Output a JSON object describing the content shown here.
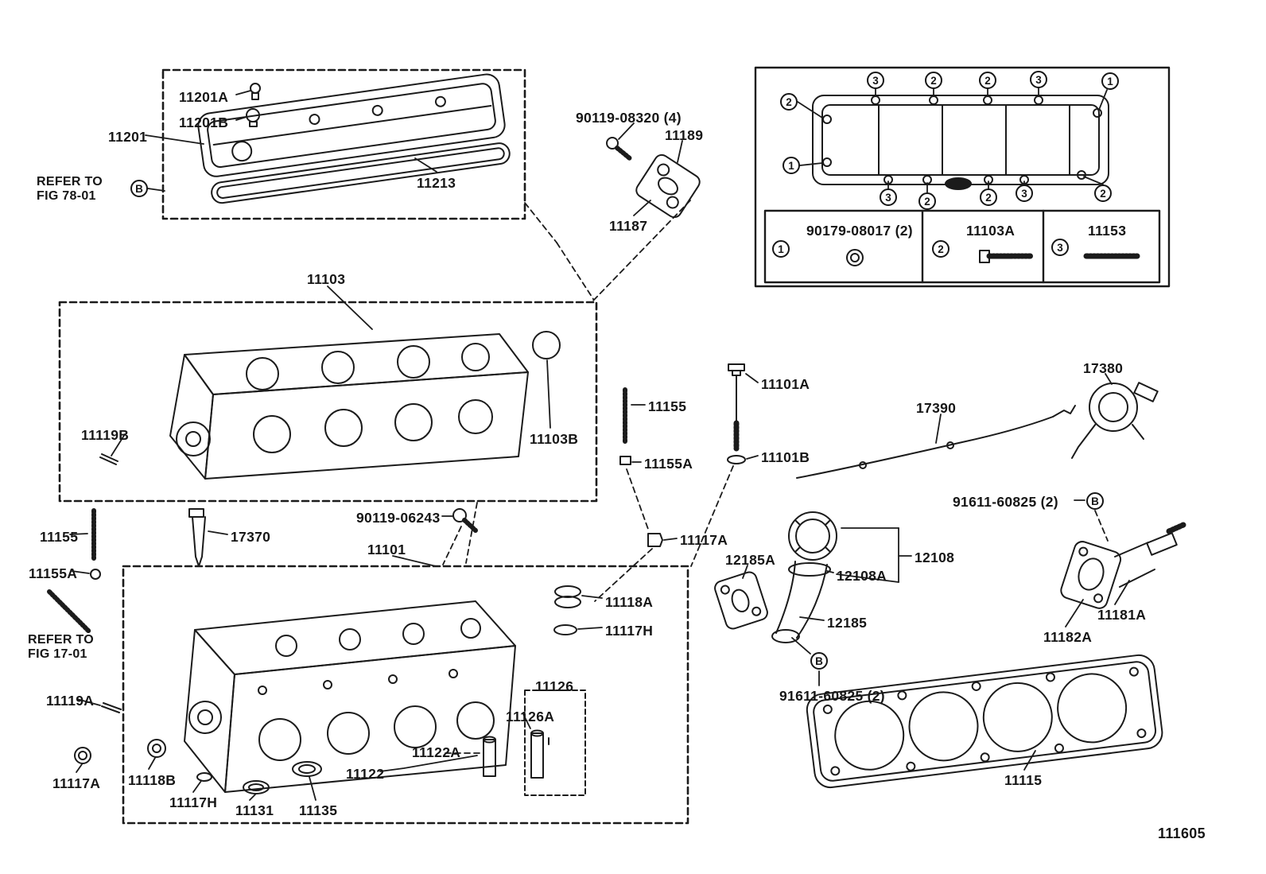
{
  "figure_code": "111605",
  "labels": [
    "11201A",
    "11201B",
    "11201",
    "11213",
    "90119-08320 (4)",
    "11189",
    "11187",
    "11103",
    "11119B",
    "11103B",
    "11155",
    "11155A",
    "90119-06243",
    "17370",
    "11101",
    "11101A",
    "11101B",
    "17390",
    "17380",
    "91611-60825 (2)",
    "11117A",
    "12185A",
    "12108",
    "12108A",
    "12185",
    "11181A",
    "11182A",
    "91611-60825 (2)",
    "11155",
    "11155A",
    "11119A",
    "11117A",
    "11118B",
    "11117H",
    "11131",
    "11135",
    "11118A",
    "11117H",
    "11126",
    "11126A",
    "11122A",
    "11122",
    "11115"
  ],
  "refs": [
    {
      "line1": "REFER TO",
      "line2": "FIG 78-01"
    },
    {
      "line1": "REFER TO",
      "line2": "FIG 17-01"
    }
  ],
  "badges": [
    "B",
    "B",
    "B"
  ],
  "callouts": [
    "3",
    "2",
    "2",
    "3",
    "1",
    "2",
    "1",
    "3",
    "2",
    "2",
    "3",
    "2"
  ],
  "legend": [
    {
      "num": "1",
      "part": "90179-08017 (2)"
    },
    {
      "num": "2",
      "part": "11103A"
    },
    {
      "num": "3",
      "part": "11153"
    }
  ]
}
